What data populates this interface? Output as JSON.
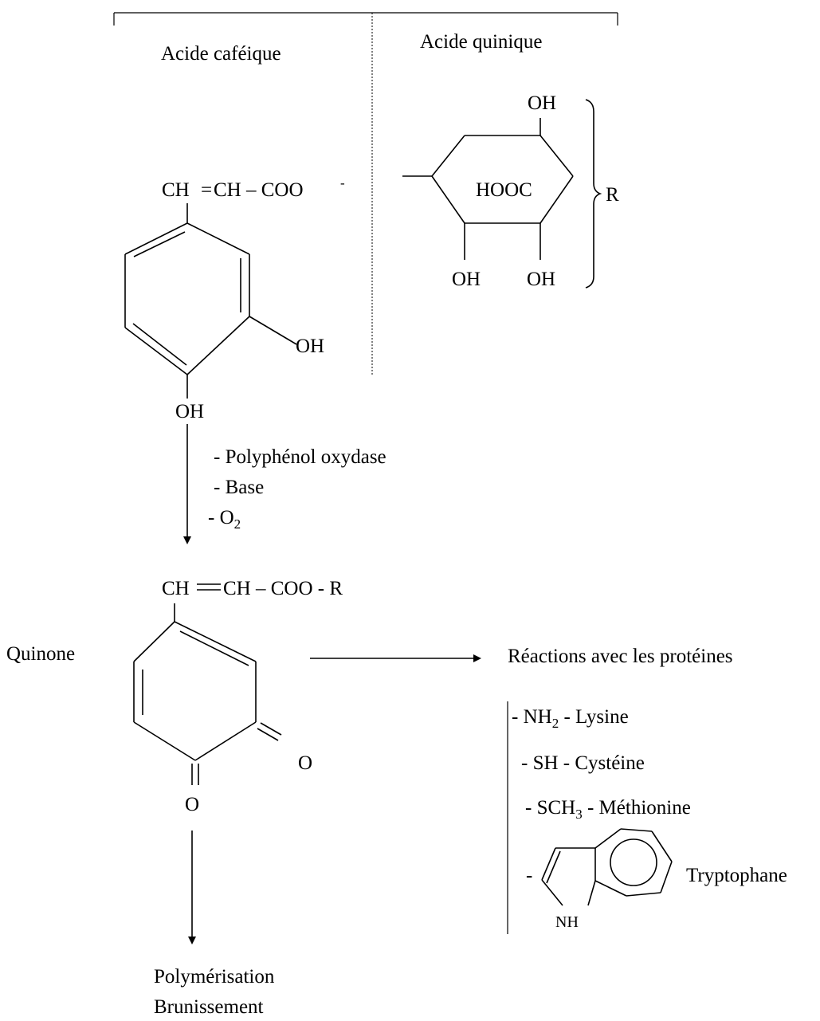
{
  "header": {
    "left": "Acide caféique",
    "right": "Acide quinique"
  },
  "caffeic": {
    "chain_ch": "CH",
    "chain_eq": "=",
    "chain_rest": "CH – COO",
    "charge": "-",
    "oh_right": "OH",
    "oh_bottom": "OH"
  },
  "quinic": {
    "oh_top": "OH",
    "hooc": "HOOC",
    "oh_bottom_left": "OH",
    "oh_bottom_right": "OH",
    "r_label": "R"
  },
  "conditions": {
    "enzyme": "- Polyphénol oxydase",
    "base": "- Base",
    "o2_prefix": "- O",
    "o2_sub": "2"
  },
  "ester": {
    "ch_left": "CH",
    "ch_right": "CH – COO - R"
  },
  "quinone": {
    "label": "Quinone",
    "o_right": "O",
    "o_bottom": "O"
  },
  "proteins": {
    "title": "Réactions avec les protéines",
    "lysine_pre": "- NH",
    "lysine_sub": "2",
    "lysine_post": " - Lysine",
    "cysteine": "- SH - Cystéine",
    "methionine_pre": "- SCH",
    "methionine_sub": "3",
    "methionine_post": " - Méthionine",
    "tryptophan_dash": "-",
    "nh": "NH",
    "tryptophan": "Tryptophane"
  },
  "products": {
    "line1": "Polymérisation",
    "line2": "Brunissement"
  }
}
